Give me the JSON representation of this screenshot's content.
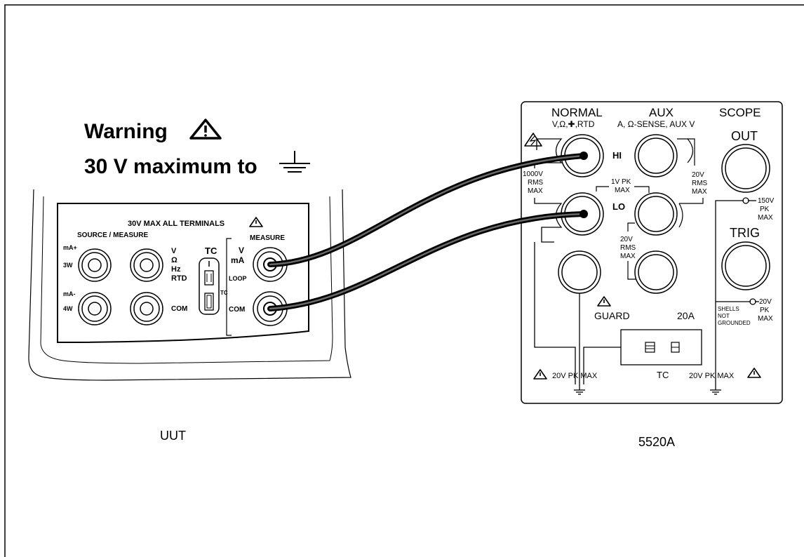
{
  "warning": {
    "line1": "Warning",
    "line2": "30 V maximum to"
  },
  "uut": {
    "caption": "UUT",
    "header": "30V MAX ALL TERMINALS",
    "source_measure": "SOURCE / MEASURE",
    "measure": "MEASURE",
    "ma_plus": "mA+",
    "w3": "3W",
    "ma_minus": "mA-",
    "w4": "4W",
    "v": "V",
    "ohm": "Ω",
    "hz": "Hz",
    "rtd": "RTD",
    "com_left": "COM",
    "tc": "TC",
    "tc_small": "TC",
    "v_right": "V",
    "ma_right": "mA",
    "loop": "LOOP",
    "com_right": "COM"
  },
  "cal": {
    "caption": "5520A",
    "normal": "NORMAL",
    "normal_sub": "V,Ω,✚,RTD",
    "aux": "AUX",
    "aux_sub": "A, Ω-SENSE, AUX V",
    "scope": "SCOPE",
    "out": "OUT",
    "hi": "HI",
    "lo": "LO",
    "v1000": "1000V",
    "rms": "RMS",
    "max": "MAX",
    "v1pk": "1V PK",
    "v20": "20V",
    "v150": "150V",
    "pk": "PK",
    "trig": "TRIG",
    "guard": "GUARD",
    "a20": "20A",
    "shells": "SHELLS",
    "not": "NOT",
    "grounded": "GROUNDED",
    "pkmax20": "20V PK MAX",
    "tc": "TC"
  }
}
